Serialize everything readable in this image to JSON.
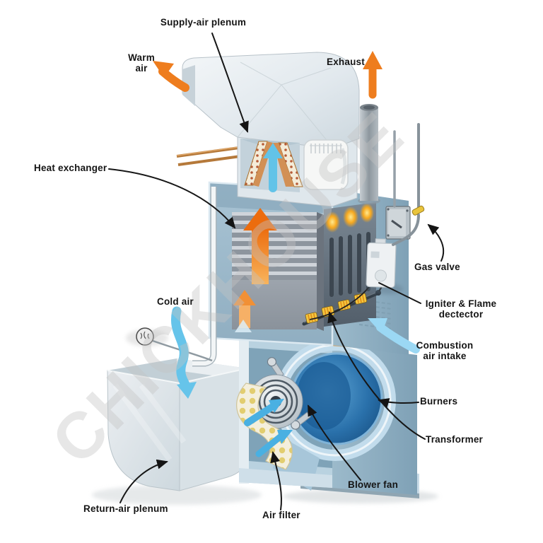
{
  "figure": {
    "type": "furnace-anatomy-cutaway-diagram",
    "subject": "Gas forced-air furnace with supply and return plenums"
  },
  "watermark": "CHICKHOUSE",
  "labels": {
    "supply_air_plenum": "Supply-air plenum",
    "warm_air_line1": "Warm",
    "warm_air_line2": "air",
    "exhaust": "Exhaust",
    "heat_exchanger": "Heat exchanger",
    "gas_valve": "Gas valve",
    "igniter_line1": "Igniter & Flame",
    "igniter_line2": "dectector",
    "combustion_line1": "Combustion",
    "combustion_line2": "air intake",
    "cold_air": "Cold air",
    "burners": "Burners",
    "transformer": "Transformer",
    "blower_fan": "Blower fan",
    "air_filter": "Air filter",
    "return_air_plenum": "Return-air plenum"
  },
  "colors": {
    "hot_air_arrow": "#ee7d1e",
    "cold_air_arrow": "#66c4ea",
    "cabinet_front": "#9db9c9",
    "cabinet_side": "#8fafc2",
    "duct_sheetmetal": "#e3eaee",
    "heat_exchanger_gray": "#9aa2ab",
    "burner_panel": "#66717d",
    "burner_yellow": "#f3c83f",
    "blower_blue": "#2a71ab",
    "filter_dot_yellow": "#e2cd6f",
    "wood_platform": "#e6d2ac",
    "copper_pipe": "#b5793a",
    "label_text": "#151515",
    "watermark_gray": "#c4c4c4"
  }
}
